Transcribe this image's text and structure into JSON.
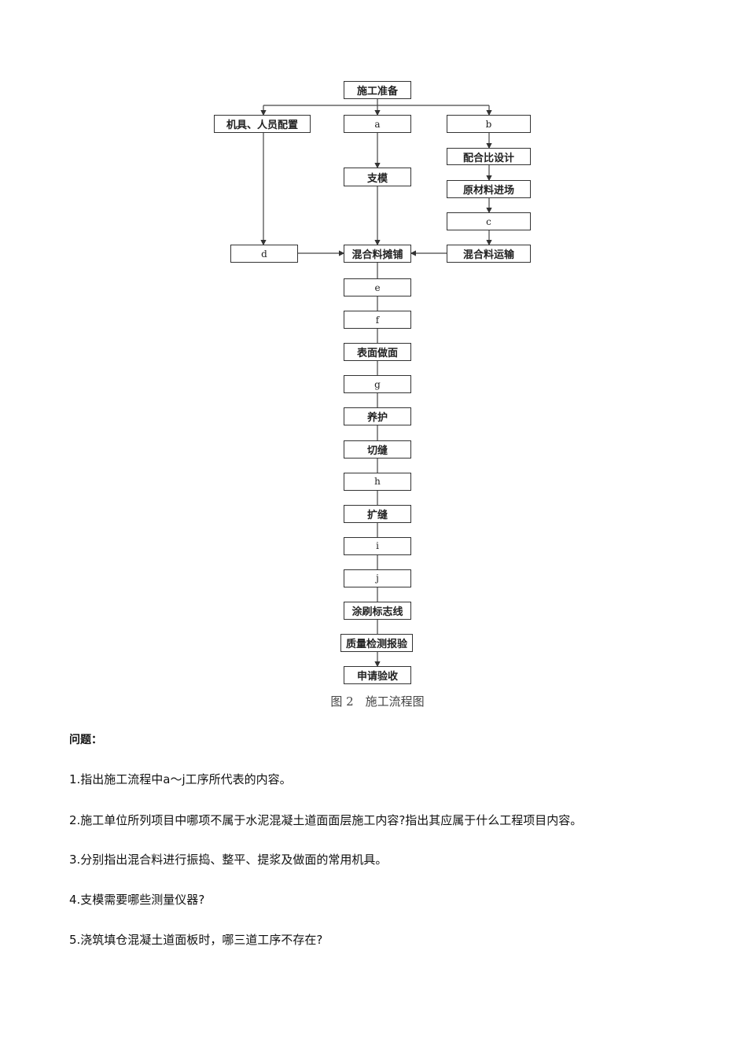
{
  "flowchart": {
    "start": "施工准备",
    "branch_left": "机具、人员配置",
    "branch_mid": "a",
    "branch_right": "b",
    "mix_design": "配合比设计",
    "material_entry": "原材料进场",
    "c": "c",
    "mix_transport": "混合料运输",
    "formwork": "支模",
    "d": "d",
    "spreading": "混合料摊铺",
    "chain": [
      "e",
      "f",
      "表面做面",
      "g",
      "养护",
      "切缝",
      "h",
      "扩缝",
      "i",
      "j",
      "涂刷标志线",
      "质量检测报验",
      "申请验收"
    ],
    "caption": "图 2　施工流程图"
  },
  "questions": {
    "title": "问题：",
    "items": [
      "1.指出施工流程中a～j工序所代表的内容。",
      "2.施工单位所列项目中哪项不属于水泥混凝土道面面层施工内容?指出其应属于什么工程项目内容。",
      "3.分别指出混合料进行振捣、整平、提浆及做面的常用机具。",
      "4.支模需要哪些测量仪器?",
      "5.浇筑填仓混凝土道面板时，哪三道工序不存在?"
    ]
  }
}
